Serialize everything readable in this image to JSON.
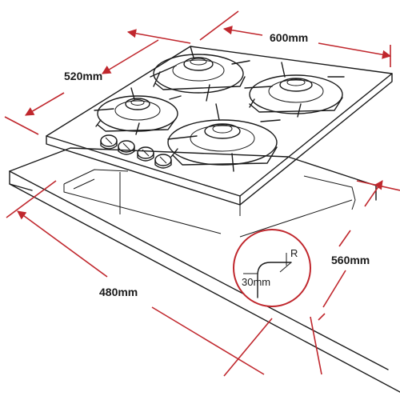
{
  "colors": {
    "accent": "#c0272d",
    "line": "#1a1a1a",
    "background": "#ffffff"
  },
  "dimensions": {
    "hob_width": "600mm",
    "hob_depth": "520mm",
    "cutout_width": "560mm",
    "cutout_depth": "480mm"
  },
  "corner_detail": {
    "radius_label": "R",
    "offset_label": "30mm"
  }
}
